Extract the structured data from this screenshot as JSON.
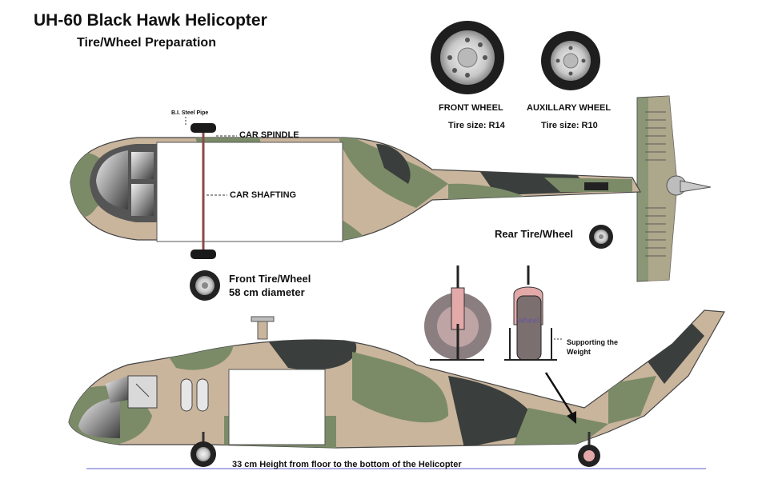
{
  "header": {
    "title": "UH-60 Black Hawk Helicopter",
    "subtitle": "Tire/Wheel Preparation"
  },
  "wheels": {
    "front": {
      "label": "FRONT WHEEL",
      "size": "Tire size: R14"
    },
    "auxiliary": {
      "label": "AUXILLARY WHEEL",
      "size": "Tire size: R10"
    }
  },
  "top_view": {
    "pipe_label": "B.I. Steel Pipe",
    "spindle_label": "CAR SPINDLE",
    "shafting_label": "CAR SHAFTING",
    "rear_tire_label": "Rear Tire/Wheel",
    "front_tire_label": "Front Tire/Wheel",
    "front_tire_diameter": "58 cm diameter"
  },
  "side_view": {
    "wheel_text": "wheel",
    "support_label_1": "Supporting the",
    "support_label_2": "Weight",
    "height_note": "33 cm Height from floor to the bottom of the Helicopter"
  },
  "colors": {
    "camo_green": "#7b8b68",
    "camo_tan": "#c9b49c",
    "camo_dark": "#3a3f3d",
    "ground_line": "#7f7fd8"
  }
}
